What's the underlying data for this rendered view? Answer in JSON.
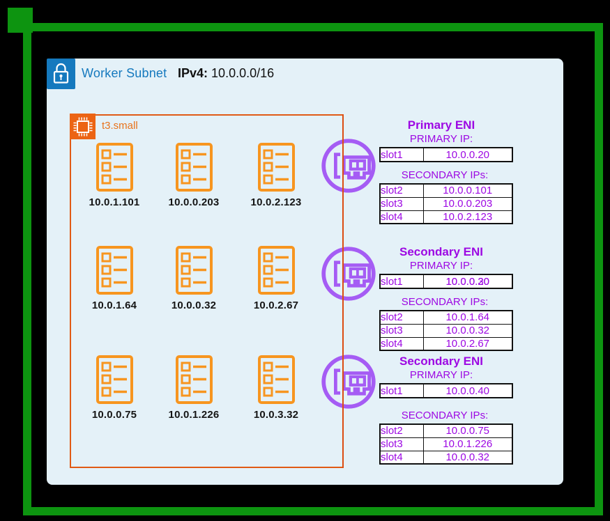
{
  "subnet": {
    "label": "Worker Subnet",
    "ip_label": "IPv4:",
    "ip_value": "10.0.0.0/16"
  },
  "instance": {
    "type_label": "t3.small",
    "pods": [
      {
        "ip": "10.0.1.101"
      },
      {
        "ip": "10.0.0.203"
      },
      {
        "ip": "10.0.2.123"
      },
      {
        "ip": "10.0.1.64"
      },
      {
        "ip": "10.0.0.32"
      },
      {
        "ip": "10.0.2.67"
      },
      {
        "ip": "10.0.0.75"
      },
      {
        "ip": "10.0.1.226"
      },
      {
        "ip": "10.0.3.32"
      }
    ]
  },
  "enis": [
    {
      "title": "Primary ENI",
      "primary_ip_label": "PRIMARY IP:",
      "secondary_ips_label": "SECONDARY IPs:",
      "primary_rows": [
        {
          "slot": "slot1",
          "ip": "10.0.0.20"
        }
      ],
      "secondary_rows": [
        {
          "slot": "slot2",
          "ip": "10.0.0.101"
        },
        {
          "slot": "slot3",
          "ip": "10.0.0.203"
        },
        {
          "slot": "slot4",
          "ip": "10.0.2.123"
        }
      ]
    },
    {
      "title": "Secondary ENI",
      "primary_ip_label": "PRIMARY IP:",
      "secondary_ips_label": "SECONDARY IPs:",
      "primary_rows": [
        {
          "slot": "slot1",
          "ip": "10.0.0.30",
          "ip_overlay": "10.0.0.20"
        }
      ],
      "secondary_rows": [
        {
          "slot": "slot2",
          "ip": "10.0.1.64"
        },
        {
          "slot": "slot3",
          "ip": "10.0.0.32"
        },
        {
          "slot": "slot4",
          "ip": "10.0.2.67"
        }
      ]
    },
    {
      "title": "Secondary ENI",
      "primary_ip_label": "PRIMARY IP:",
      "secondary_ips_label": "SECONDARY IPs:",
      "primary_rows": [
        {
          "slot": "slot1",
          "ip": "10.0.0.40"
        }
      ],
      "secondary_rows": [
        {
          "slot": "slot2",
          "ip": "10.0.0.75"
        },
        {
          "slot": "slot3",
          "ip": "10.0.1.226"
        },
        {
          "slot": "slot4",
          "ip": "10.0.0.32"
        }
      ]
    }
  ],
  "icons": {
    "subnet": "lock-icon",
    "instance": "cpu-chip-icon",
    "pod": "list-document-icon",
    "eni": "network-card-icon"
  },
  "colors": {
    "frame_green": "#0D9410",
    "panel_blue_bg": "#E4F1F8",
    "subnet_blue": "#1579BE",
    "instance_border_orange": "#E05A15",
    "chip_fill_orange": "#EC6414",
    "pod_icon_orange": "#F7951F",
    "eni_icon_purple": "#A55CF4",
    "eni_text_purple": "#9D08E3",
    "background": "#000000"
  }
}
